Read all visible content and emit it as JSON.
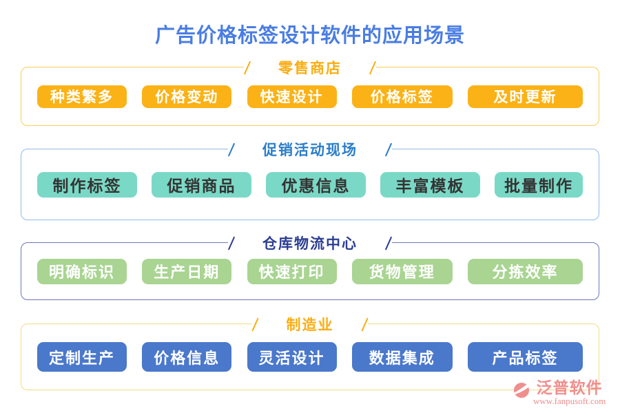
{
  "title": "广告价格标签设计软件的应用场景",
  "title_color": "#4a7de3",
  "sections": [
    {
      "name": "零售商店",
      "header_color": "#faad14",
      "border_color": "#f7ce55",
      "pill_bg": "#fbb217",
      "pill_text_color": "#ffffff",
      "items": [
        "种类繁多",
        "价格变动",
        "快速设计",
        "价格标签",
        "及时更新"
      ]
    },
    {
      "name": "促销活动现场",
      "header_color": "#2a7dc9",
      "border_color": "#8fbbe8",
      "pill_bg": "#7ad9c6",
      "pill_text_color": "#333333",
      "items": [
        "制作标签",
        "促销商品",
        "优惠信息",
        "丰富模板",
        "批量制作"
      ]
    },
    {
      "name": "仓库物流中心",
      "header_color": "#2c3e93",
      "border_color": "#6b74b8",
      "pill_bg": "#a9d492",
      "pill_text_color": "#ffffff",
      "items": [
        "明确标识",
        "生产日期",
        "快速打印",
        "货物管理",
        "分拣效率"
      ]
    },
    {
      "name": "制造业",
      "header_color": "#faad14",
      "border_color": "#f2dc82",
      "pill_bg": "#4a78cb",
      "pill_text_color": "#ffffff",
      "items": [
        "定制生产",
        "价格信息",
        "灵活设计",
        "数据集成",
        "产品标签"
      ]
    }
  ],
  "watermark": {
    "icon": "fanpu-logo-icon",
    "brand": "泛普软件",
    "url": "www.fanpusoft.com",
    "color": "#f08e8e"
  }
}
